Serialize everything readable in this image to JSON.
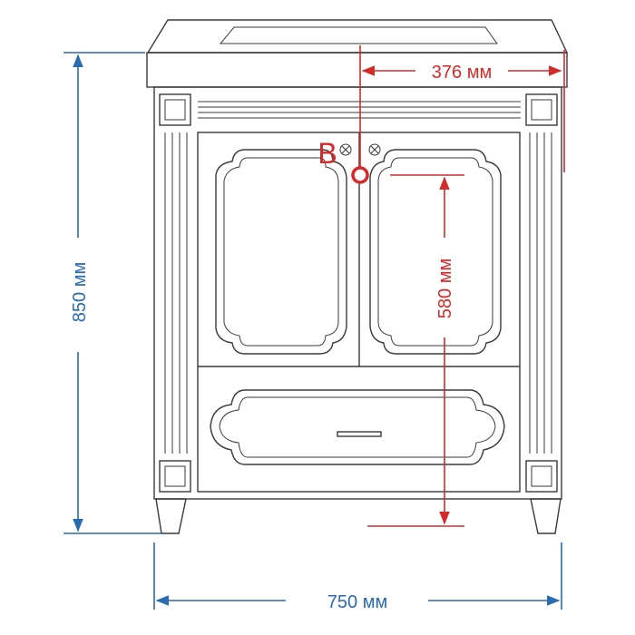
{
  "dimensions": {
    "width_label": "750 мм",
    "height_label": "850 мм",
    "offset_label": "376 мм",
    "drain_height_label": "580 мм"
  },
  "marker": {
    "label": "В"
  },
  "colors": {
    "dimension_blue": "#2a6ab0",
    "dimension_red": "#d42a2a",
    "outline": "#3a3a3a"
  }
}
